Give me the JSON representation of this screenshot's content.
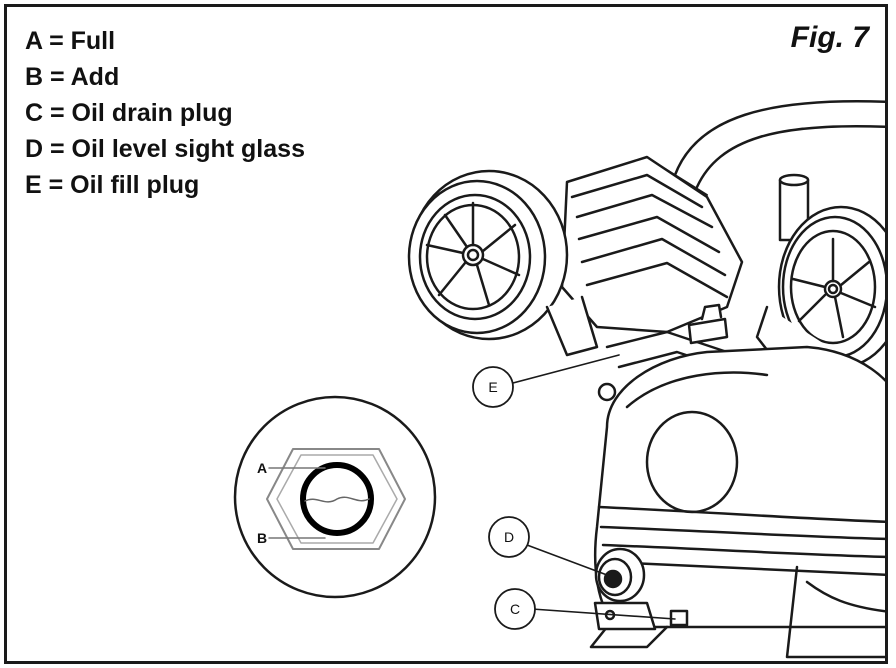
{
  "figure": {
    "title": "Fig. 7"
  },
  "legend": [
    {
      "text": "A = Full"
    },
    {
      "text": "B = Add"
    },
    {
      "text": "C = Oil drain plug"
    },
    {
      "text": "D = Oil level sight glass"
    },
    {
      "text": "E = Oil fill plug"
    }
  ],
  "callouts": {
    "e": "E",
    "d": "D",
    "c": "C"
  },
  "sight_glass": {
    "a": "A",
    "b": "B"
  }
}
